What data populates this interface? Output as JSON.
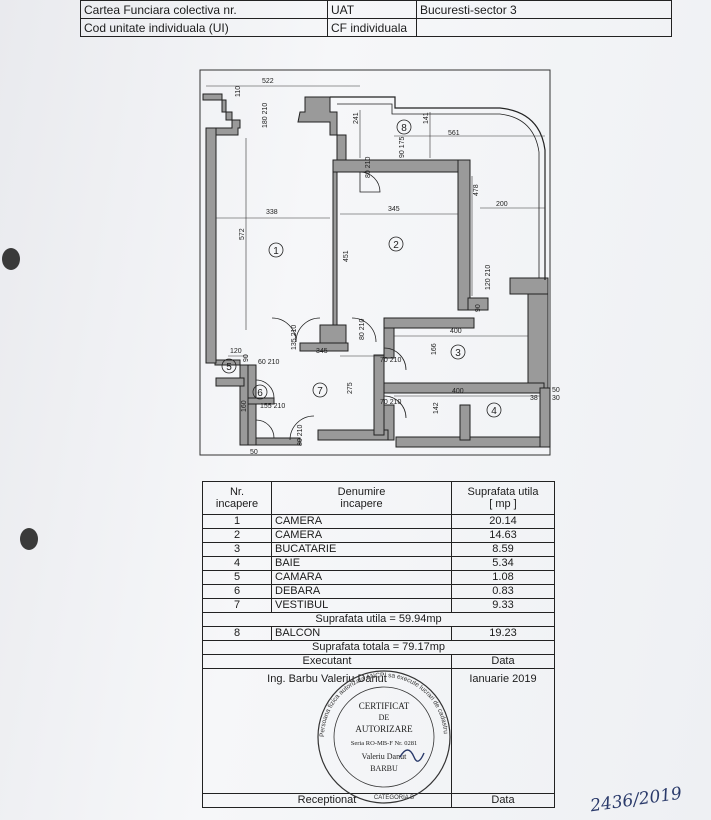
{
  "header": {
    "label_cf_colectiva": "Cartea Funciara colectiva nr.",
    "label_uat": "UAT",
    "uat_value": "Bucuresti-sector 3",
    "label_cod_ui": "Cod unitate individuala (UI)",
    "label_cf_individuala": "CF individuala"
  },
  "plan": {
    "room_numbers": [
      "1",
      "2",
      "3",
      "4",
      "5",
      "6",
      "7",
      "8"
    ],
    "dimensions": {
      "d522": "522",
      "d110": "110",
      "d180_210": "180\n210",
      "d241": "241",
      "d141": "141",
      "d561": "561",
      "d90_175": "90\n175",
      "d80_210a": "80\n210",
      "d478": "478",
      "d338": "338",
      "d345a": "345",
      "d200": "200",
      "d572": "572",
      "d451": "451",
      "d120_210": "120\n210",
      "d90": "90",
      "d400a": "400",
      "d166": "166",
      "d120": "120",
      "d60_210": "60\n210",
      "d135_210": "135\n210",
      "d345b": "345",
      "d80_210b": "80\n210",
      "d70_210a": "70\n210",
      "d275": "275",
      "d90b": "90",
      "d400b": "400",
      "d142": "142",
      "d70_210b": "70\n210",
      "d155_210": "155\n210",
      "d160": "160",
      "d80_210c": "80\n210",
      "d50": "50",
      "d50r": "50",
      "d30": "30",
      "d38": "38"
    }
  },
  "table": {
    "headers": [
      "Nr.\nincapere",
      "Denumire\nincapere",
      "Suprafata utila\n[ mp ]"
    ],
    "rows": [
      {
        "nr": "1",
        "name": "CAMERA",
        "area": "20.14"
      },
      {
        "nr": "2",
        "name": "CAMERA",
        "area": "14.63"
      },
      {
        "nr": "3",
        "name": "BUCATARIE",
        "area": "8.59"
      },
      {
        "nr": "4",
        "name": "BAIE",
        "area": "5.34"
      },
      {
        "nr": "5",
        "name": "CAMARA",
        "area": "1.08"
      },
      {
        "nr": "6",
        "name": "DEBARA",
        "area": "0.83"
      },
      {
        "nr": "7",
        "name": "VESTIBUL",
        "area": "9.33"
      }
    ],
    "total_utila": "Suprafata utila = 59.94mp",
    "balcon": {
      "nr": "8",
      "name": "BALCON",
      "area": "19.23"
    },
    "total": "Suprafata totala = 79.17mp",
    "executant_label": "Executant",
    "data_label": "Data",
    "executant_name": "Ing. Barbu Valeriu Danut",
    "executant_date": "Ianuarie 2019",
    "receptionat_label": "Receptionat",
    "data_label2": "Data"
  },
  "stamp": {
    "line1": "CERTIFICAT",
    "line2": "DE",
    "line3": "AUTORIZARE",
    "line4": "Seria RO-MB-F Nr. 0281",
    "line5": "Valeriu Danut",
    "line6": "BARBU",
    "ring_text": "Persoana fizica autorizata ANCPI sa execute lucrari de cadastru",
    "bottom": "CATEGORIA B"
  },
  "handwritten": "2436/2019"
}
